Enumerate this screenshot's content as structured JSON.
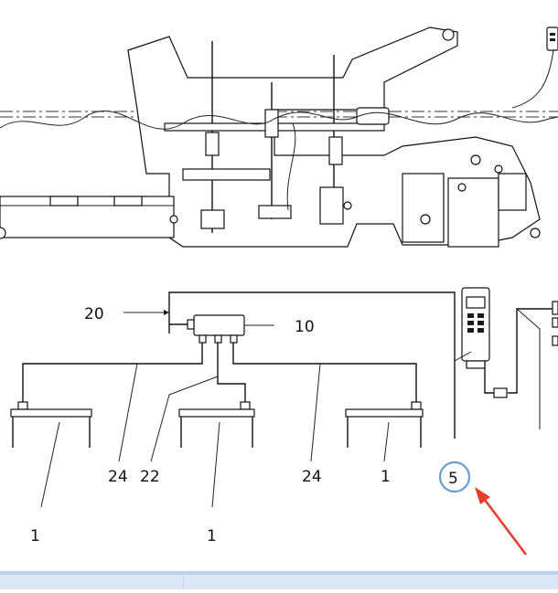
{
  "callouts": {
    "c20": "20",
    "c10": "10",
    "c24a": "24",
    "c22": "22",
    "c24b": "24",
    "c1a": "1",
    "c1b": "1",
    "c1c": "1",
    "c5": "5"
  },
  "colors": {
    "highlight_circle": "#6a9fd1",
    "arrow": "#e8392b",
    "bottom_bar": "#dce8f7"
  },
  "icons": [
    "controller-icon",
    "remote-pendant-icon",
    "wheel-icon"
  ]
}
